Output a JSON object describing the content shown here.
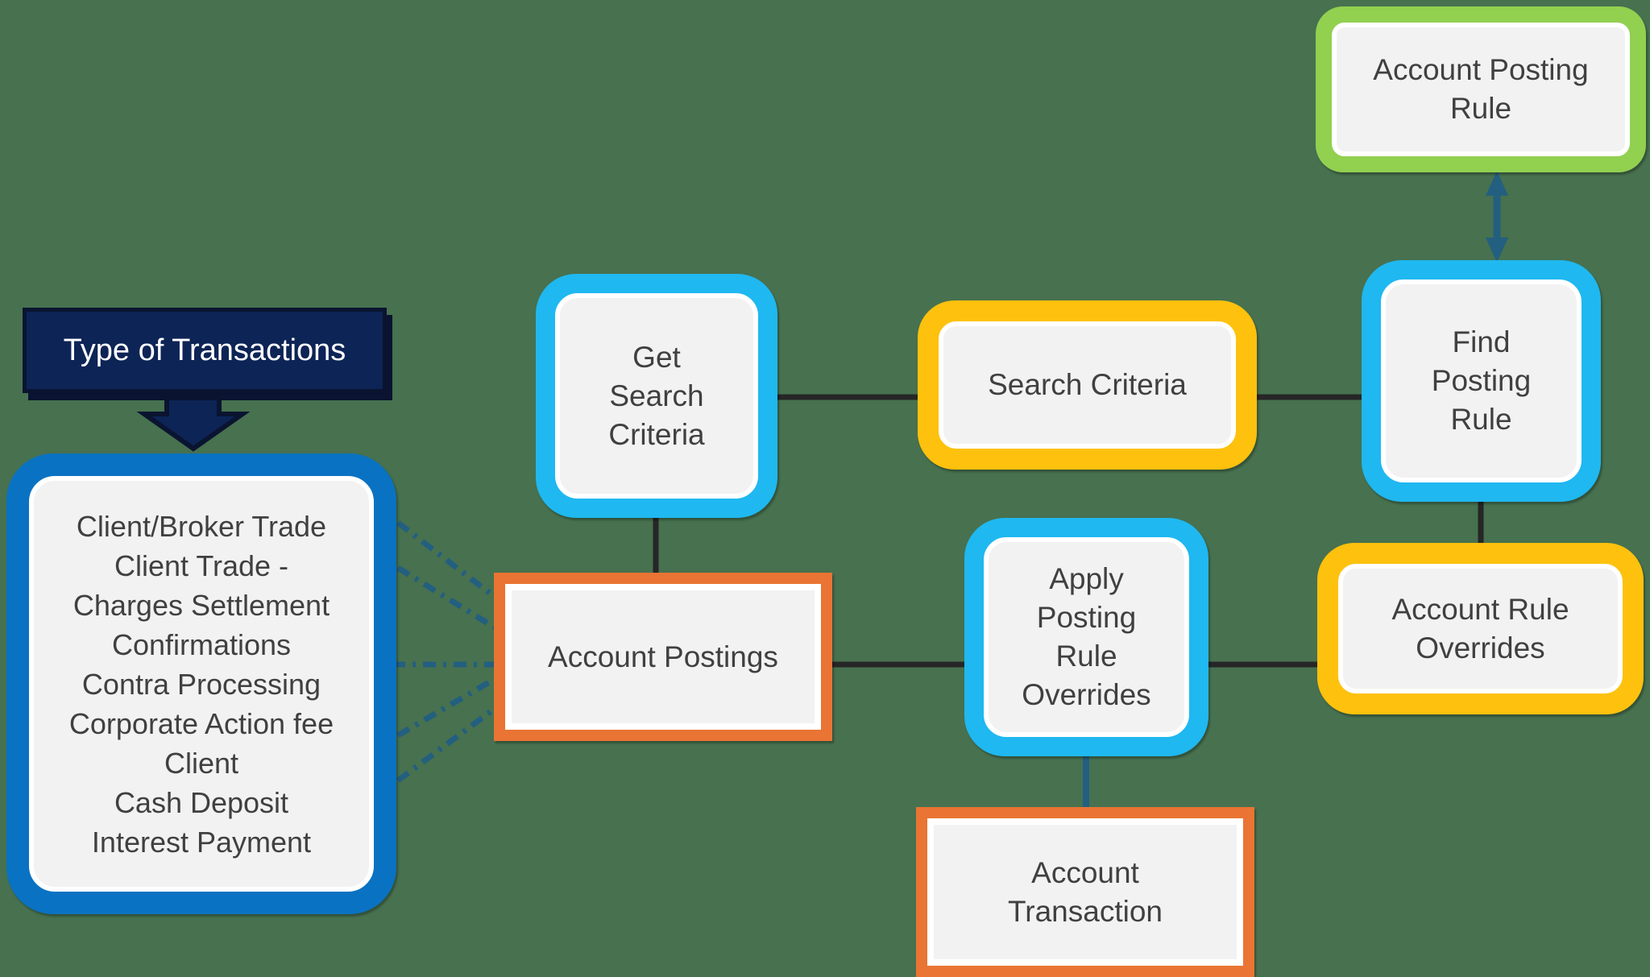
{
  "diagram": {
    "title": "Type of Transactions",
    "nodes": {
      "type_of_transactions": {
        "label": "Type of Transactions",
        "shape": "callout",
        "color": "#0D2456"
      },
      "transaction_list": {
        "lines": [
          "Client/Broker Trade",
          "Client Trade -",
          "Charges Settlement",
          "Confirmations",
          "Contra Processing",
          "Corporate Action fee",
          "Client",
          "Cash Deposit",
          "Interest Payment"
        ],
        "shape": "rounded",
        "border_color": "#0A72C2"
      },
      "get_search_criteria": {
        "lines": [
          "Get",
          "Search",
          "Criteria"
        ],
        "shape": "rounded",
        "border_color": "#1FB8F0"
      },
      "search_criteria": {
        "label": "Search Criteria",
        "shape": "rounded",
        "border_color": "#FEC10D"
      },
      "find_posting_rule": {
        "lines": [
          "Find",
          "Posting",
          "Rule"
        ],
        "shape": "rounded",
        "border_color": "#1FB8F0"
      },
      "account_posting_rule": {
        "lines": [
          "Account Posting",
          "Rule"
        ],
        "shape": "rounded",
        "border_color": "#92D050"
      },
      "account_postings": {
        "label": "Account Postings",
        "shape": "rect",
        "border_color": "#E97433"
      },
      "apply_posting_rule_overrides": {
        "lines": [
          "Apply",
          "Posting",
          "Rule",
          "Overrides"
        ],
        "shape": "rounded",
        "border_color": "#1FB8F0"
      },
      "account_rule_overrides": {
        "lines": [
          "Account Rule",
          "Overrides"
        ],
        "shape": "rounded",
        "border_color": "#FEC10D"
      },
      "account_transaction": {
        "lines": [
          "Account",
          "Transaction"
        ],
        "shape": "rect",
        "border_color": "#E97433"
      }
    },
    "edges": [
      {
        "from": "type_of_transactions",
        "to": "transaction_list",
        "style": "block-arrow-down"
      },
      {
        "from": "transaction_list",
        "to": "account_postings",
        "style": "dash-dot-fan",
        "line_count": 5
      },
      {
        "from": "get_search_criteria",
        "to": "search_criteria",
        "style": "solid"
      },
      {
        "from": "search_criteria",
        "to": "find_posting_rule",
        "style": "solid"
      },
      {
        "from": "account_posting_rule",
        "to": "find_posting_rule",
        "style": "double-headed-arrow"
      },
      {
        "from": "get_search_criteria",
        "to": "account_postings",
        "style": "solid"
      },
      {
        "from": "find_posting_rule",
        "to": "account_rule_overrides",
        "style": "solid"
      },
      {
        "from": "account_postings",
        "to": "apply_posting_rule_overrides",
        "style": "solid"
      },
      {
        "from": "apply_posting_rule_overrides",
        "to": "account_rule_overrides",
        "style": "solid"
      },
      {
        "from": "apply_posting_rule_overrides",
        "to": "account_transaction",
        "style": "solid"
      }
    ]
  },
  "colors": {
    "background": "#47714F",
    "node_fill": "#F2F2F2",
    "text": "#404040",
    "title_text": "#FFFFFF",
    "cyan_border": "#1FB8F0",
    "blue_border": "#0A72C2",
    "yellow_border": "#FEC10D",
    "orange_border": "#E97433",
    "green_border": "#92D050",
    "navy_fill": "#0D2456",
    "connector_black": "#262626",
    "connector_teal": "#235F80"
  }
}
